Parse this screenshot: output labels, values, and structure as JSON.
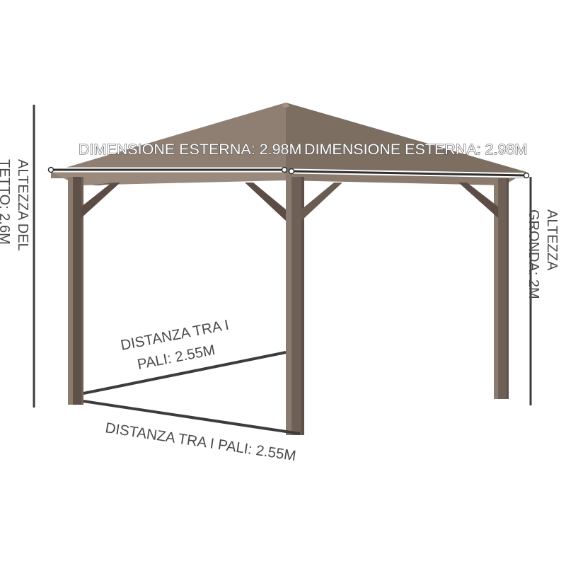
{
  "diagram": {
    "title": "Gazebo dimension diagram",
    "product": "gazebo",
    "labels": {
      "top_left_dimension": "DIMENSIONE ESTERNA: 2.98M",
      "top_right_dimension": "DIMENSIONE ESTERNA: 2.98M",
      "left_height_line1": "ALTEZZA DEL",
      "left_height_line2": "TETTO: 2.6M",
      "left_height_full": "ALTEZZA DEL TETTO: 2.6M",
      "right_height_line1": "ALTEZZA",
      "right_height_line2": "GRONDA: 2M",
      "right_height_full": "ALTEZZA GRONDA: 2M",
      "inner_span_line1": "DISTANZA TRA I",
      "inner_span_line2": "PALI: 2.55M",
      "inner_span_full": "DISTANZA TRA I PALI: 2.55M",
      "bottom_span": "DISTANZA TRA I PALI: 2.55M"
    },
    "measurements": {
      "outer_dimension_left": "2.98M",
      "outer_dimension_right": "2.98M",
      "roof_height": "2.6M",
      "eave_height": "2M",
      "post_spacing_inner": "2.55M",
      "post_spacing_bottom": "2.55M"
    },
    "colors": {
      "background": "#ffffff",
      "canopy_light": "#8f7f73",
      "canopy_dark": "#7d6e62",
      "canopy_edge": "#a1907f",
      "post_main": "#6f6057",
      "post_highlight": "#8b7a6e",
      "post_shadow": "#5e5049",
      "brace": "#6b5c52",
      "dimension_line": "#3c3c3c",
      "text": "#4a4a4a",
      "text_outline": "#ffffff"
    }
  }
}
